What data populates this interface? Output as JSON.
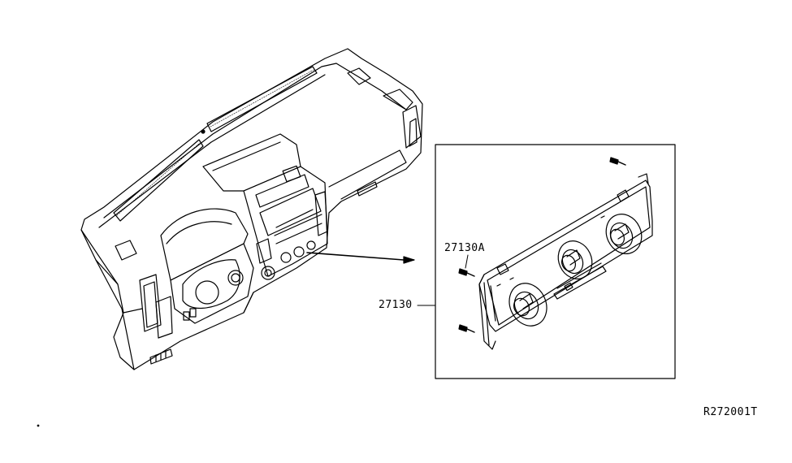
{
  "callouts": {
    "part_main": "27130",
    "part_screw": "27130A"
  },
  "diagram_code": "R272001T",
  "colors": {
    "line": "#000000",
    "background": "#ffffff"
  },
  "icons": [
    "dashboard-illustration",
    "heater-control-unit-illustration",
    "screw-icon",
    "arrow-icon"
  ]
}
